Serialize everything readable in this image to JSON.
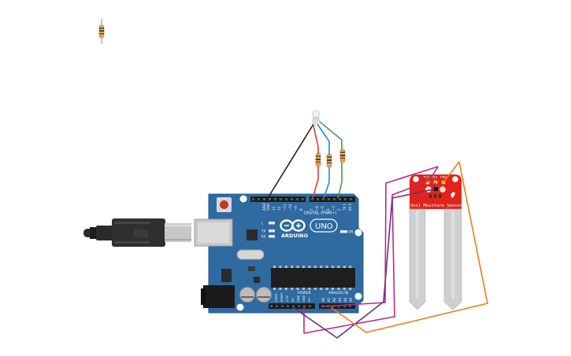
{
  "arduino": {
    "brand_text": "ARDUINO",
    "model_text": "UNO",
    "digital_label": "DIGITAL (PWM~)",
    "power_label": "POWER",
    "analog_label": "ANALOG IN",
    "aref_label": "AREF",
    "gnd_label": "GND",
    "on_label": "ON",
    "tx_label": "TX",
    "rx_label": "RX",
    "l_label": "L",
    "digital_pins": [
      "13",
      "12",
      "~11",
      "~10",
      "~9",
      "8",
      "7",
      "~6",
      "~5",
      "4",
      "~3",
      "2",
      "TX 1",
      "RX 0"
    ],
    "power_pins": [
      "IOREF",
      "RESET",
      "3.3V",
      "5V",
      "GND",
      "GND",
      "Vin"
    ],
    "analog_pins": [
      "A0",
      "A1",
      "A2",
      "A3",
      "A4",
      "A5"
    ]
  },
  "sensor": {
    "title": "Soil Moisture Sensor",
    "pin_labels": [
      "VCC",
      "SIG",
      "GND"
    ]
  },
  "colors": {
    "board": "#2f6aa0",
    "board_dark": "#1f4f7c",
    "sensor_red": "#e2231a",
    "wire_red": "#e53935",
    "wire_blue": "#1e88e5",
    "wire_green": "#43a047",
    "wire_black": "#222222",
    "wire_magenta": "#b52a8a",
    "wire_purple": "#6a2f86",
    "wire_orange": "#ef7d1a"
  }
}
